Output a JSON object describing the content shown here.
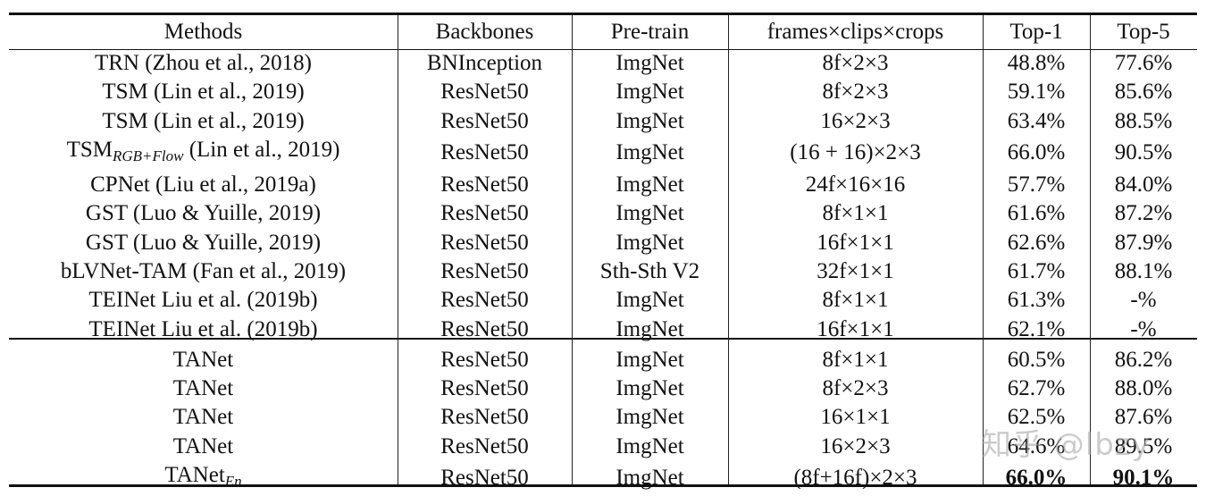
{
  "table": {
    "headers": [
      "Methods",
      "Backbones",
      "Pre-train",
      "frames×clips×crops",
      "Top-1",
      "Top-5"
    ],
    "group1": [
      {
        "method": "TRN (Zhou et al., 2018)",
        "method_sub": "",
        "method_suffix": "",
        "backbone": "BNInception",
        "pretrain": "ImgNet",
        "fcc": "8f×2×3",
        "top1": "48.8%",
        "top5": "77.6%"
      },
      {
        "method": "TSM (Lin et al., 2019)",
        "method_sub": "",
        "method_suffix": "",
        "backbone": "ResNet50",
        "pretrain": "ImgNet",
        "fcc": "8f×2×3",
        "top1": "59.1%",
        "top5": "85.6%"
      },
      {
        "method": "TSM (Lin et al., 2019)",
        "method_sub": "",
        "method_suffix": "",
        "backbone": "ResNet50",
        "pretrain": "ImgNet",
        "fcc": "16×2×3",
        "top1": "63.4%",
        "top5": "88.5%"
      },
      {
        "method": "TSM",
        "method_sub": "RGB+Flow",
        "method_suffix": " (Lin et al., 2019)",
        "backbone": "ResNet50",
        "pretrain": "ImgNet",
        "fcc": "(16 + 16)×2×3",
        "top1": "66.0%",
        "top5": "90.5%"
      },
      {
        "method": "CPNet (Liu et al., 2019a)",
        "method_sub": "",
        "method_suffix": "",
        "backbone": "ResNet50",
        "pretrain": "ImgNet",
        "fcc": "24f×16×16",
        "top1": "57.7%",
        "top5": "84.0%"
      },
      {
        "method": "GST (Luo & Yuille, 2019)",
        "method_sub": "",
        "method_suffix": "",
        "backbone": "ResNet50",
        "pretrain": "ImgNet",
        "fcc": "8f×1×1",
        "top1": "61.6%",
        "top5": "87.2%"
      },
      {
        "method": "GST (Luo & Yuille, 2019)",
        "method_sub": "",
        "method_suffix": "",
        "backbone": "ResNet50",
        "pretrain": "ImgNet",
        "fcc": "16f×1×1",
        "top1": "62.6%",
        "top5": "87.9%"
      },
      {
        "method": "bLVNet-TAM (Fan et al., 2019)",
        "method_sub": "",
        "method_suffix": "",
        "backbone": "ResNet50",
        "pretrain": "Sth-Sth V2",
        "fcc": "32f×1×1",
        "top1": "61.7%",
        "top5": "88.1%"
      },
      {
        "method": "TEINet Liu et al. (2019b)",
        "method_sub": "",
        "method_suffix": "",
        "backbone": "ResNet50",
        "pretrain": "ImgNet",
        "fcc": "8f×1×1",
        "top1": "61.3%",
        "top5": "-%"
      },
      {
        "method": "TEINet Liu et al. (2019b)",
        "method_sub": "",
        "method_suffix": "",
        "backbone": "ResNet50",
        "pretrain": "ImgNet",
        "fcc": "16f×1×1",
        "top1": "62.1%",
        "top5": "-%"
      }
    ],
    "group2": [
      {
        "method": "TANet",
        "method_sub": "",
        "method_suffix": "",
        "backbone": "ResNet50",
        "pretrain": "ImgNet",
        "fcc": "8f×1×1",
        "top1": "60.5%",
        "top5": "86.2%",
        "bold": false
      },
      {
        "method": "TANet",
        "method_sub": "",
        "method_suffix": "",
        "backbone": "ResNet50",
        "pretrain": "ImgNet",
        "fcc": "8f×2×3",
        "top1": "62.7%",
        "top5": "88.0%",
        "bold": false
      },
      {
        "method": "TANet",
        "method_sub": "",
        "method_suffix": "",
        "backbone": "ResNet50",
        "pretrain": "ImgNet",
        "fcc": "16×1×1",
        "top1": "62.5%",
        "top5": "87.6%",
        "bold": false
      },
      {
        "method": "TANet",
        "method_sub": "",
        "method_suffix": "",
        "backbone": "ResNet50",
        "pretrain": "ImgNet",
        "fcc": "16×2×3",
        "top1": "64.6%",
        "top5": "89.5%",
        "bold": false
      },
      {
        "method": "TANet",
        "method_sub": "En",
        "method_suffix": "",
        "backbone": "ResNet50",
        "pretrain": "ImgNet",
        "fcc": "(8f+16f)×2×3",
        "top1": "66.0%",
        "top5": "90.1%",
        "bold": true
      }
    ]
  },
  "watermark": "知乎 @lbzy"
}
